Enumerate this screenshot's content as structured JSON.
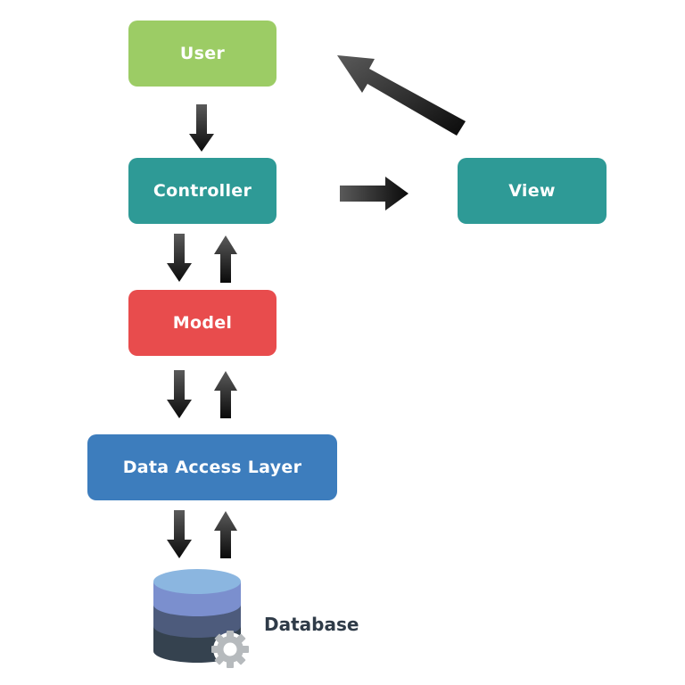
{
  "diagram": {
    "title": "MVC with Data Access Layer",
    "nodes": {
      "user": {
        "label": "User",
        "color": "#9ccc65"
      },
      "controller": {
        "label": "Controller",
        "color": "#2e9a96"
      },
      "view": {
        "label": "View",
        "color": "#2e9a96"
      },
      "model": {
        "label": "Model",
        "color": "#e84c4d"
      },
      "data_access_layer": {
        "label": "Data Access Layer",
        "color": "#3d7dbd"
      },
      "database": {
        "label": "Database",
        "icon": "database-gear-icon"
      }
    },
    "edges": [
      {
        "from": "User",
        "to": "Controller"
      },
      {
        "from": "Controller",
        "to": "View"
      },
      {
        "from": "View",
        "to": "User"
      },
      {
        "from": "Controller",
        "to": "Model"
      },
      {
        "from": "Model",
        "to": "Controller"
      },
      {
        "from": "Model",
        "to": "Data Access Layer"
      },
      {
        "from": "Data Access Layer",
        "to": "Model"
      },
      {
        "from": "Data Access Layer",
        "to": "Database"
      },
      {
        "from": "Database",
        "to": "Data Access Layer"
      }
    ]
  }
}
